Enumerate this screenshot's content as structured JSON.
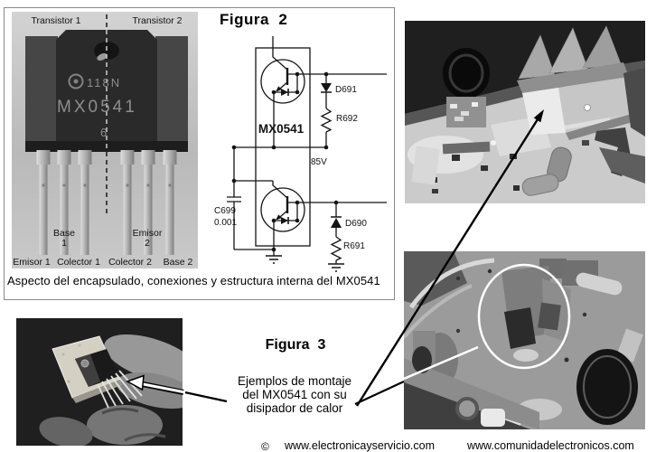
{
  "figure2": {
    "title": "Figura  2",
    "caption": "Aspecto del encapsulado, conexiones y estructura interna del MX0541",
    "chip_photo": {
      "transistor1_label": "Transistor 1",
      "transistor2_label": "Transistor 2",
      "marking_top": "118N",
      "marking_main": "MX0541",
      "marking_bottom": "6",
      "pin_base1": [
        "Base",
        "1"
      ],
      "pin_emisor2": [
        "Emisor",
        "2"
      ],
      "pin_row": [
        "Emisor 1",
        "Colector 1",
        "Colector 2",
        "Base 2"
      ]
    },
    "schematic": {
      "ic_label": "MX0541",
      "diode_top": "D691",
      "resistor_top": "R692",
      "rail_voltage": "85V",
      "cap_ref": "C699",
      "cap_value": "0.001",
      "diode_bottom": "D690",
      "resistor_bottom": "R691"
    }
  },
  "figure3": {
    "title": "Figura  3",
    "caption_lines": [
      "Ejemplos de montaje",
      "del MX0541 con su",
      "disipador de calor"
    ]
  },
  "footer": {
    "copyright_symbol": "©",
    "site1": "www.electronicayservicio.com",
    "site2": "www.comunidadelectronicos.com"
  }
}
